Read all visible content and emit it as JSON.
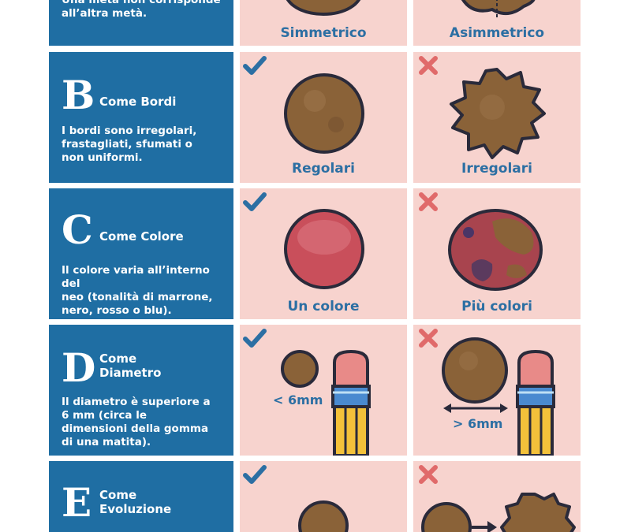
{
  "colors": {
    "panel_blue": "#1f6ea3",
    "cell_pink": "#f7d3ce",
    "caption_blue": "#2c6fa3",
    "mole_brown": "#8a6238",
    "error_red": "#e06a6a"
  },
  "rows": {
    "A": {
      "desc_line1": "Una metà non corrisponde",
      "desc_line2": "all’altra metà.",
      "good_caption": "Simmetrico",
      "bad_caption": "Asimmetrico"
    },
    "B": {
      "letter": "B",
      "title": "Come Bordi",
      "desc_line1": "I bordi sono irregolari,",
      "desc_line2": "frastagliati, sfumati o",
      "desc_line3": "non uniformi.",
      "good_caption": "Regolari",
      "bad_caption": "Irregolari"
    },
    "C": {
      "letter": "C",
      "title": "Come Colore",
      "desc_line1": "Il colore varia all’interno del",
      "desc_line2": "neo (tonalità di marrone,",
      "desc_line3": "nero, rosso o blu).",
      "good_caption": "Un colore",
      "bad_caption": "Più colori"
    },
    "D": {
      "letter": "D",
      "title_line1": "Come",
      "title_line2": "Diametro",
      "desc_line1": "Il diametro è superiore a",
      "desc_line2": "6 mm (circa le",
      "desc_line3": "dimensioni della gomma",
      "desc_line4": "di una matita).",
      "good_label": "< 6mm",
      "bad_label": "> 6mm"
    },
    "E": {
      "letter": "E",
      "title_line1": "Come",
      "title_line2": "Evoluzione"
    }
  },
  "icons": {
    "good": "checkmark-icon",
    "bad": "cross-icon"
  }
}
